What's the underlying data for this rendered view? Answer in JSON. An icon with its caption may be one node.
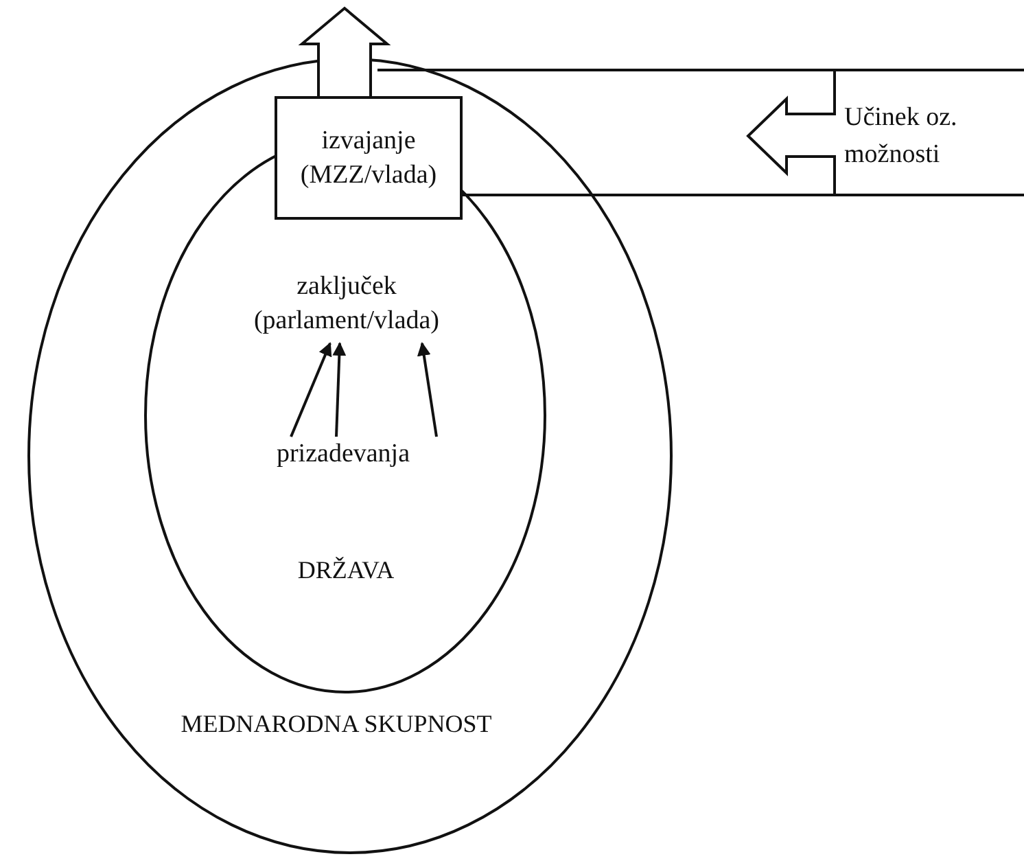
{
  "diagram": {
    "nodes": [
      {
        "text": [
          "MEDNARODNA SKUPNOST"
        ]
      },
      {
        "text": [
          "DRŽAVA"
        ],
        "in": 0
      },
      {
        "text": [
          "izvajanje (MZZ/vlada)"
        ],
        "in": 0
      },
      {
        "text": [
          "zaključek (parlament/vlada)"
        ],
        "in": 1
      },
      {
        "text": [
          "prizadevanja"
        ],
        "in": 1
      },
      {
        "text": [
          "Učinek oz. možnosti"
        ]
      }
    ],
    "edges": [
      {
        "from": 2,
        "to": null,
        "arrow": "to",
        "style": "thick"
      },
      {
        "from": 4,
        "to": 3,
        "arrow": "to"
      },
      {
        "from": 4,
        "to": 3,
        "arrow": "to"
      },
      {
        "from": 4,
        "to": 3,
        "arrow": "to"
      }
    ]
  }
}
